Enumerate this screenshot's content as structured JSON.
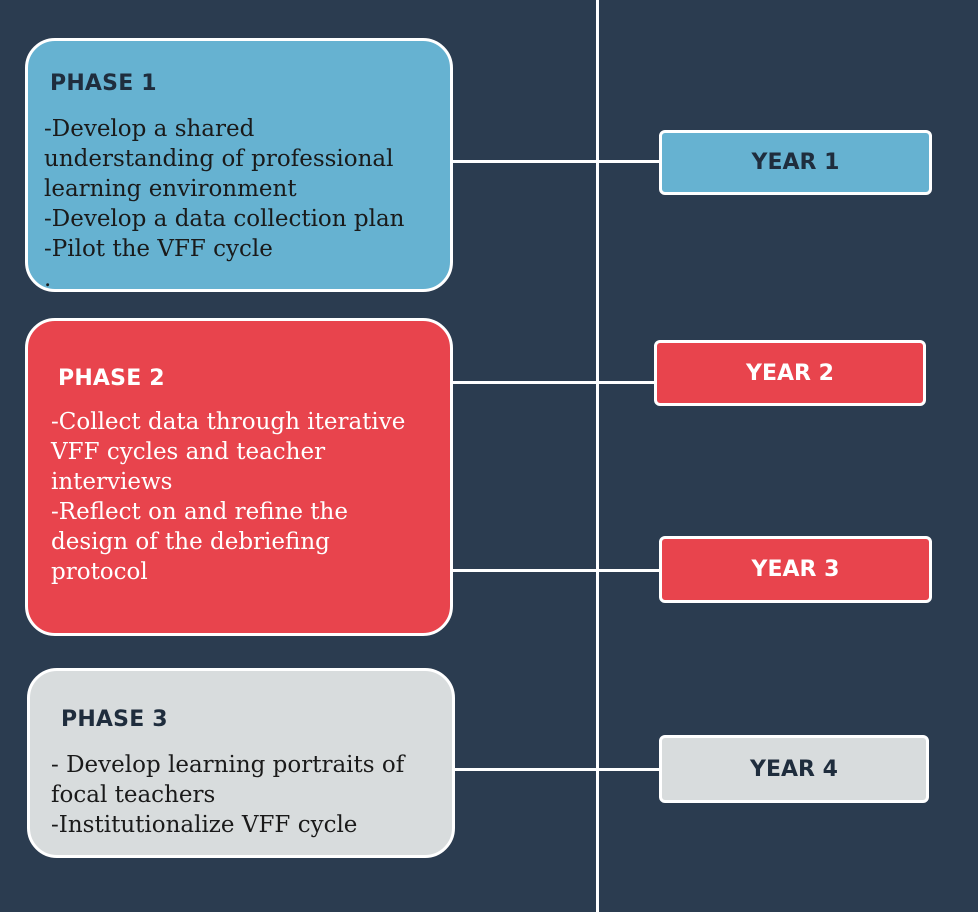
{
  "colors": {
    "background": "#2b3c50",
    "phase1": "#66b2d1",
    "phase2": "#e8444d",
    "phase3": "#d8dcdd",
    "line": "#ffffff",
    "dark_text": "#1f2d3d"
  },
  "phases": [
    {
      "title": "PHASE 1",
      "body": "-Develop a shared\nunderstanding of professional\nlearning environment\n-Develop a data collection plan\n-Pilot the VFF cycle\n."
    },
    {
      "title": "PHASE 2",
      "body": "-Collect data through iterative\nVFF cycles and teacher\ninterviews\n-Reflect on and refine the\ndesign of the debriefing\nprotocol"
    },
    {
      "title": "PHASE 3",
      "body": "- Develop learning portraits of\nfocal teachers\n-Institutionalize VFF cycle"
    }
  ],
  "years": [
    {
      "label": "YEAR 1"
    },
    {
      "label": "YEAR 2"
    },
    {
      "label": "YEAR 3"
    },
    {
      "label": "YEAR 4"
    }
  ]
}
